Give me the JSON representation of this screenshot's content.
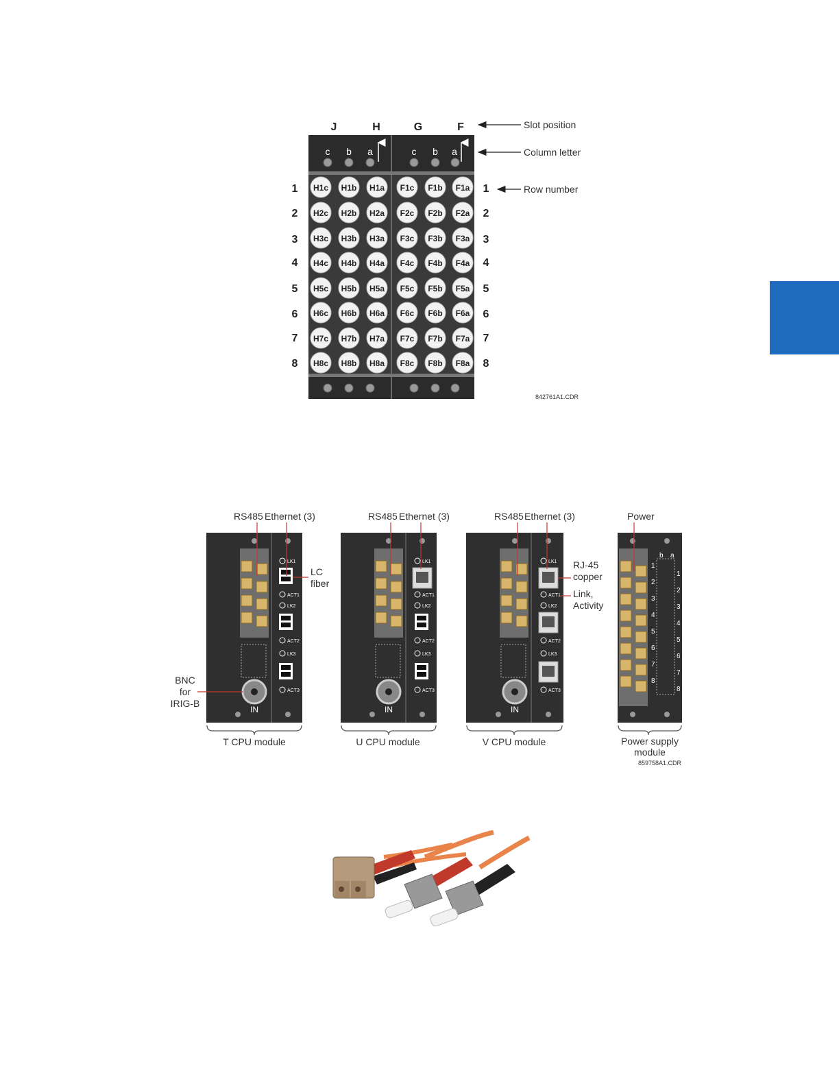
{
  "figure1": {
    "slot_letters": [
      "J",
      "H",
      "G",
      "F"
    ],
    "col_letters": [
      "c",
      "b",
      "a"
    ],
    "rows": [
      "1",
      "2",
      "3",
      "4",
      "5",
      "6",
      "7",
      "8"
    ],
    "slot_position_label": "Slot position",
    "column_letter_label": "Column letter",
    "row_number_label": "Row number",
    "left_prefix": "H",
    "right_prefix": "F",
    "code": "842761A1.CDR"
  },
  "figure2": {
    "rs485": "RS485",
    "ethernet": "Ethernet (3)",
    "power": "Power",
    "lc_fiber_1": "LC",
    "lc_fiber_2": "fiber",
    "rj45_1": "RJ-45",
    "rj45_2": "copper",
    "link_1": "Link,",
    "link_2": "Activity",
    "bnc_1": "BNC",
    "bnc_2": "for",
    "bnc_3": "IRIG-B",
    "in_label": "IN",
    "lk1": "LK1",
    "act1": "ACT1",
    "lk2": "LK2",
    "act2": "ACT2",
    "lk3": "LK3",
    "act3": "ACT3",
    "t_module": "T CPU module",
    "u_module": "U CPU module",
    "v_module": "V CPU module",
    "power_module_1": "Power supply",
    "power_module_2": "module",
    "power_cols": [
      "b",
      "a"
    ],
    "code": "859758A1.CDR"
  },
  "colors": {
    "accent": "#1f6cbf",
    "lead": "#c0392b",
    "fiber": "#e8844a"
  }
}
